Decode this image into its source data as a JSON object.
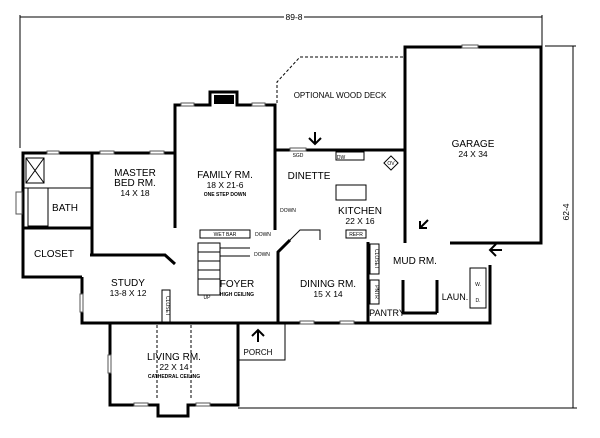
{
  "dimensions": {
    "width": "89-8",
    "depth": "62-4"
  },
  "deck": "OPTIONAL WOOD DECK",
  "rooms": {
    "garage": {
      "name": "GARAGE",
      "size": "24 X 34"
    },
    "family": {
      "name": "FAMILY RM.",
      "size": "18 X 21-6",
      "note": "ONE STEP DOWN"
    },
    "master1": "MASTER",
    "master": {
      "name": "BED RM.",
      "size": "14 X 18"
    },
    "dinette": {
      "name": "DINETTE"
    },
    "kitchen": {
      "name": "KITCHEN",
      "size": "22 X 16"
    },
    "bath": {
      "name": "BATH"
    },
    "closet": {
      "name": "CLOSET"
    },
    "study": {
      "name": "STUDY",
      "size": "13-8 X 12"
    },
    "foyer": {
      "name": "FOYER",
      "note": "HIGH CEILING"
    },
    "dining": {
      "name": "DINING RM.",
      "size": "15 X 14"
    },
    "mud": {
      "name": "MUD RM."
    },
    "pantry": {
      "name": "PANTRY"
    },
    "laundry": {
      "name": "LAUN."
    },
    "living": {
      "name": "LIVING RM.",
      "size": "22 X 14",
      "note": "CATHEDRAL CEILING"
    },
    "porch": {
      "name": "PORCH"
    }
  },
  "fixtures": {
    "wet_bar": "WET BAR",
    "down1": "DOWN",
    "down2": "DOWN",
    "down3": "DOWN",
    "up": "UP",
    "sgd": "SGD",
    "dw": "DW",
    "ov": "OV",
    "refr": "REFR",
    "study_closet": "CLOSET",
    "kitchen_closet": "CLOSET",
    "linen": "PNTR",
    "washer": "W.",
    "dryer": "D."
  }
}
